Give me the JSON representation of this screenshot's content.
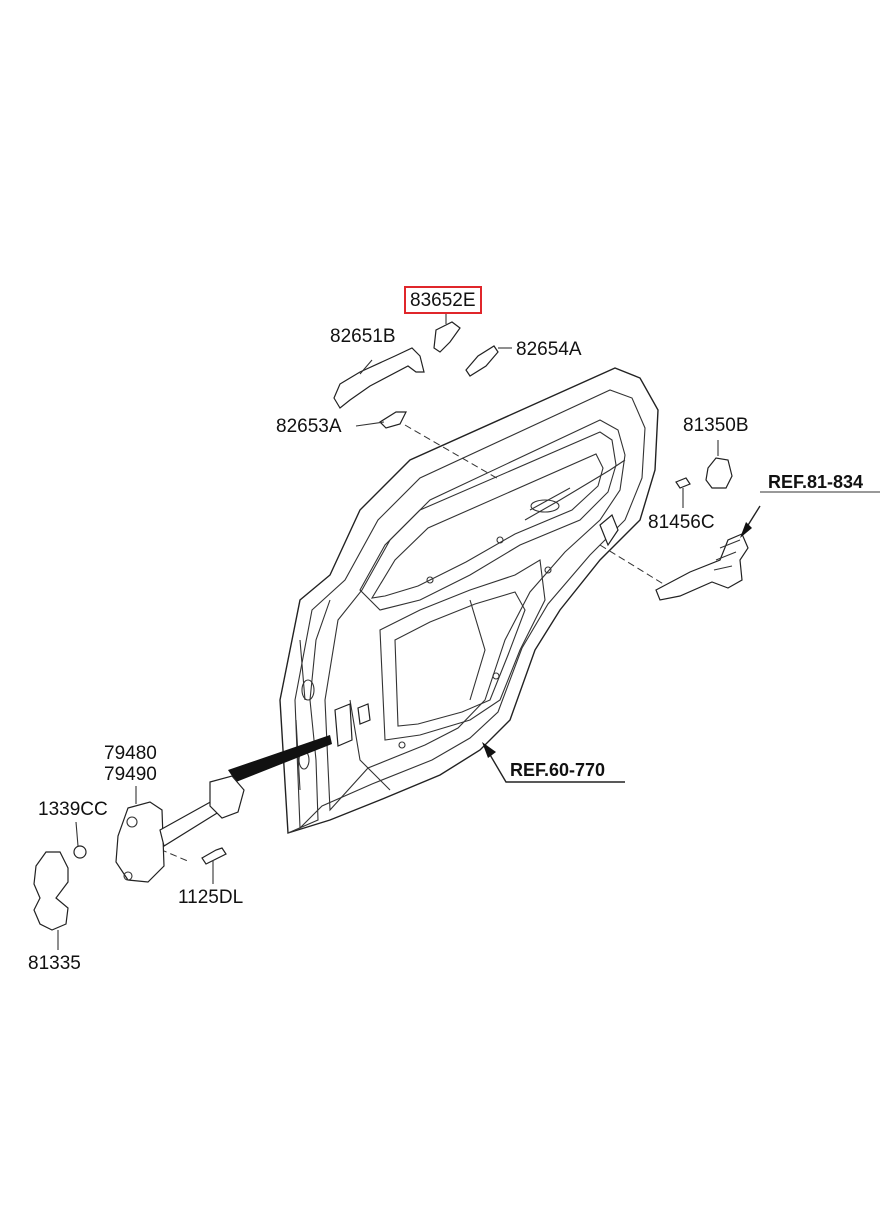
{
  "diagram": {
    "labels": {
      "p83652E": "83652E",
      "p82651B": "82651B",
      "p82654A": "82654A",
      "p82653A": "82653A",
      "p81350B": "81350B",
      "ref81834": "REF.81-834",
      "p81456C": "81456C",
      "ref60770": "REF.60-770",
      "p79480": "79480",
      "p79490": "79490",
      "p1339CC": "1339CC",
      "p1125DL": "1125DL",
      "p81335": "81335"
    },
    "highlight_color": "#e0262b",
    "highlighted_part": "83652E"
  }
}
